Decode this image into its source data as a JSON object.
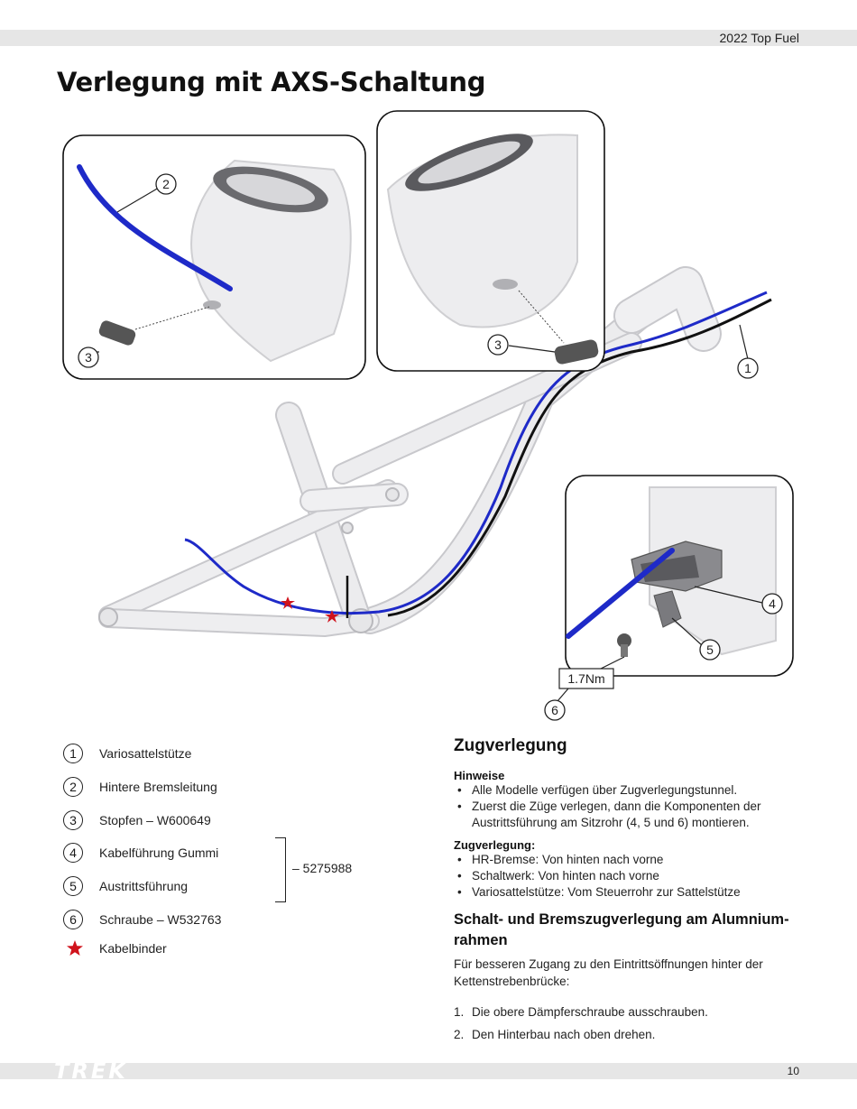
{
  "header": {
    "doc_title": "2022 Top Fuel"
  },
  "page_title": "Verlegung mit AXS-Schaltung",
  "diagram": {
    "callouts": [
      "1",
      "2",
      "3",
      "3",
      "4",
      "5",
      "6"
    ],
    "torque_label": "1.7Nm",
    "colors": {
      "brake_line": "#1e2ac8",
      "dropper_cable": "#111111",
      "frame": "#dcdcde",
      "zip_tie_star": "#d0131c"
    }
  },
  "legend": {
    "items": [
      {
        "num": "1",
        "label": "Variosattelstütze"
      },
      {
        "num": "2",
        "label": "Hintere Bremsleitung"
      },
      {
        "num": "3",
        "label": "Stopfen – W600649"
      },
      {
        "num": "4",
        "label": "Kabelführung Gummi"
      },
      {
        "num": "5",
        "label": "Austrittsführung"
      },
      {
        "num": "6",
        "label": "Schraube – W532763"
      }
    ],
    "star_label": "Kabelbinder",
    "bracket_label": "– 5275988"
  },
  "routing": {
    "title": "Zugverlegung",
    "notes_heading": "Hinweise",
    "notes": [
      "Alle Modelle verfügen über Zugverlegungstunnel.",
      "Zuerst die Züge verlegen, dann die Komponenten der Austrittsführung am Sitzrohr (4, 5 und 6) montieren."
    ],
    "routing_heading": "Zugverlegung:",
    "routing_items": [
      "HR-Bremse: Von hinten nach vorne",
      "Schaltwerk: Von hinten nach vorne",
      "Variosattelstütze: Vom Steuerrohr zur Sattelstütze"
    ],
    "alu_title": "Schalt- und Bremszugverlegung am Alumnium-rahmen",
    "alu_text": "Für besseren Zugang zu den Eintrittsöffnungen hinter der Kettenstrebenbrücke:",
    "steps": [
      {
        "n": "1.",
        "text": "Die obere Dämpferschraube ausschrauben."
      },
      {
        "n": "2.",
        "text": "Den Hinterbau nach oben drehen."
      }
    ]
  },
  "footer": {
    "brand": "TREK",
    "page_number": "10"
  }
}
